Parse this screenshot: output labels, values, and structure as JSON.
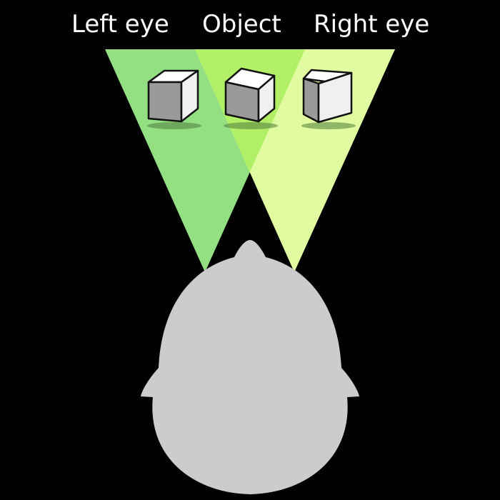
{
  "labels": {
    "left_eye": "Left eye",
    "object": "Object",
    "right_eye": "Right eye"
  },
  "colors": {
    "background": "#000000",
    "left_view_cone": "#93e083",
    "right_view_cone": "#e1fca0",
    "overlap": "#b1f066",
    "head": "#cccccc",
    "cube_top": "#ffffff",
    "cube_front": "#f0f0f0",
    "cube_side": "#9a9a9a",
    "cube_outline": "#111111",
    "cube_shadow": "#4f7a3c"
  },
  "icons": {
    "cube_left": "cube-icon",
    "cube_center": "cube-icon",
    "cube_right": "cube-icon",
    "head": "head-silhouette"
  }
}
